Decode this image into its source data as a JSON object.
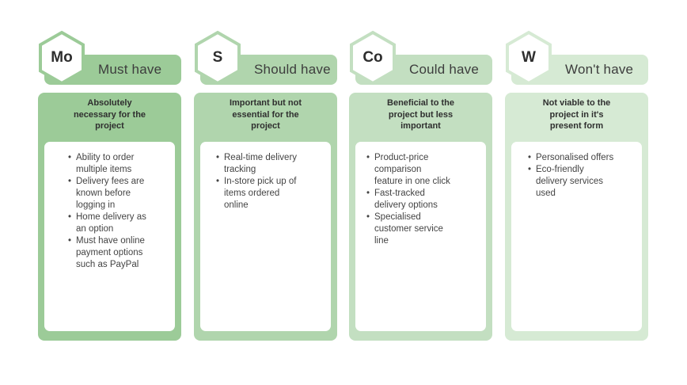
{
  "columns": [
    {
      "abbr": "Mo",
      "label": "Must have",
      "title": "Absolutely\nnecessary for the\nproject",
      "items": [
        "Ability to order\nmultiple items",
        "Delivery fees are\nknown before\nlogging in",
        "Home delivery as\nan option",
        "Must have online\npayment options\nsuch as PayPal"
      ],
      "colors": {
        "tab": "#9ccb98",
        "card": "#9ccb98",
        "hex_stroke": "#9ccb98"
      }
    },
    {
      "abbr": "S",
      "label": "Should have",
      "title": "Important but not\nessential for the\nproject",
      "items": [
        "Real-time delivery\ntracking",
        "In-store pick up of\nitems ordered\nonline"
      ],
      "colors": {
        "tab": "#b0d5ad",
        "card": "#b0d5ad",
        "hex_stroke": "#b0d5ad"
      }
    },
    {
      "abbr": "Co",
      "label": "Could have",
      "title": "Beneficial to the\nproject but less\nimportant",
      "items": [
        "Product-price\ncomparison\nfeature in one click",
        "Fast-tracked\ndelivery options",
        "Specialised\ncustomer service\nline"
      ],
      "colors": {
        "tab": "#c3dfc1",
        "card": "#c3dfc1",
        "hex_stroke": "#c3dfc1"
      }
    },
    {
      "abbr": "W",
      "label": "Won't have",
      "title": "Not viable to the\nproject in it's\npresent form",
      "items": [
        "Personalised offers",
        "Eco-friendly\ndelivery services\nused"
      ],
      "colors": {
        "tab": "#d6ead4",
        "card": "#d6ead4",
        "hex_stroke": "#d6ead4"
      }
    }
  ]
}
